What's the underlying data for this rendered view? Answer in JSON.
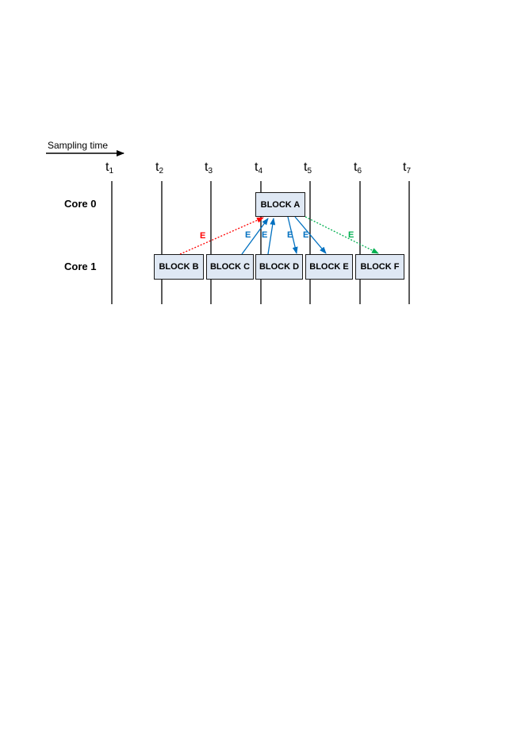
{
  "axis": {
    "label": "Sampling time",
    "ticks": [
      {
        "main": "t",
        "sub": "1"
      },
      {
        "main": "t",
        "sub": "2"
      },
      {
        "main": "t",
        "sub": "3"
      },
      {
        "main": "t",
        "sub": "4"
      },
      {
        "main": "t",
        "sub": "5"
      },
      {
        "main": "t",
        "sub": "6"
      },
      {
        "main": "t",
        "sub": "7"
      }
    ]
  },
  "cores": {
    "core0": "Core 0",
    "core1": "Core 1"
  },
  "blocks": {
    "a": "BLOCK A",
    "b": "BLOCK B",
    "c": "BLOCK C",
    "d": "BLOCK D",
    "e": "BLOCK E",
    "f": "BLOCK F"
  },
  "edges": {
    "label": "E",
    "colors": {
      "red": "#ff0000",
      "blue": "#0070c0",
      "green": "#00b050"
    }
  }
}
